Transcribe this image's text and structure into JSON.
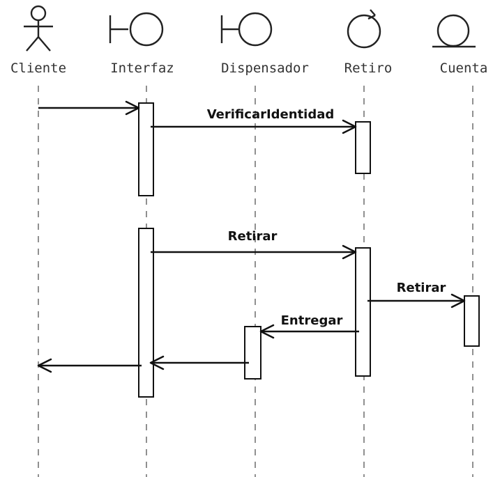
{
  "participants": [
    {
      "id": "cliente",
      "label": "Cliente",
      "kind": "actor"
    },
    {
      "id": "interfaz",
      "label": "Interfaz",
      "kind": "boundary"
    },
    {
      "id": "dispensador",
      "label": "Dispensador",
      "kind": "boundary"
    },
    {
      "id": "retiro",
      "label": "Retiro",
      "kind": "control"
    },
    {
      "id": "cuenta",
      "label": "Cuenta",
      "kind": "entity"
    }
  ],
  "messages": [
    {
      "id": "m1",
      "from": "cliente",
      "to": "interfaz",
      "label": ""
    },
    {
      "id": "m2",
      "from": "interfaz",
      "to": "retiro",
      "label": "VerificarIdentidad"
    },
    {
      "id": "m3",
      "from": "interfaz",
      "to": "retiro",
      "label": "Retirar"
    },
    {
      "id": "m4",
      "from": "retiro",
      "to": "cuenta",
      "label": "Retirar"
    },
    {
      "id": "m5",
      "from": "retiro",
      "to": "dispensador",
      "label": "Entregar"
    },
    {
      "id": "m6",
      "from": "dispensador",
      "to": "interfaz",
      "label": ""
    },
    {
      "id": "m7",
      "from": "interfaz",
      "to": "cliente",
      "label": ""
    }
  ]
}
